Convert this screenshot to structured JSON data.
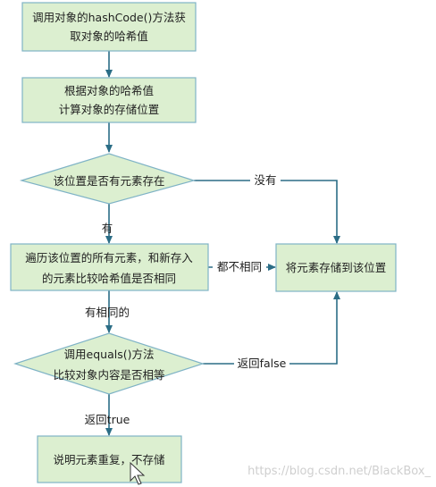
{
  "nodes": {
    "get_hash": [
      "调用对象的hashCode()方法获",
      "取对象的哈希值"
    ],
    "calc_position": [
      "根据对象的哈希值",
      "计算对象的存储位置"
    ],
    "has_element": [
      "该位置是否有元素存在"
    ],
    "compare_hash": [
      "遍历该位置的所有元素，和新存入",
      "的元素比较哈希值是否相同"
    ],
    "store": [
      "将元素存储到该位置"
    ],
    "call_equals": [
      "调用equals()方法",
      "比较对象内容是否相等"
    ],
    "duplicate": [
      "说明元素重复，不存储"
    ]
  },
  "edges": {
    "no": "没有",
    "yes": "有",
    "all_different": "都不相同",
    "has_same": "有相同的",
    "returns_false": "返回false",
    "returns_true": "返回true"
  },
  "watermark": "https://blog.csdn.net/BlackBox_",
  "colors": {
    "node_fill": "#dcefd0",
    "node_border": "#7fb3c6",
    "arrow": "#2b6d86"
  }
}
